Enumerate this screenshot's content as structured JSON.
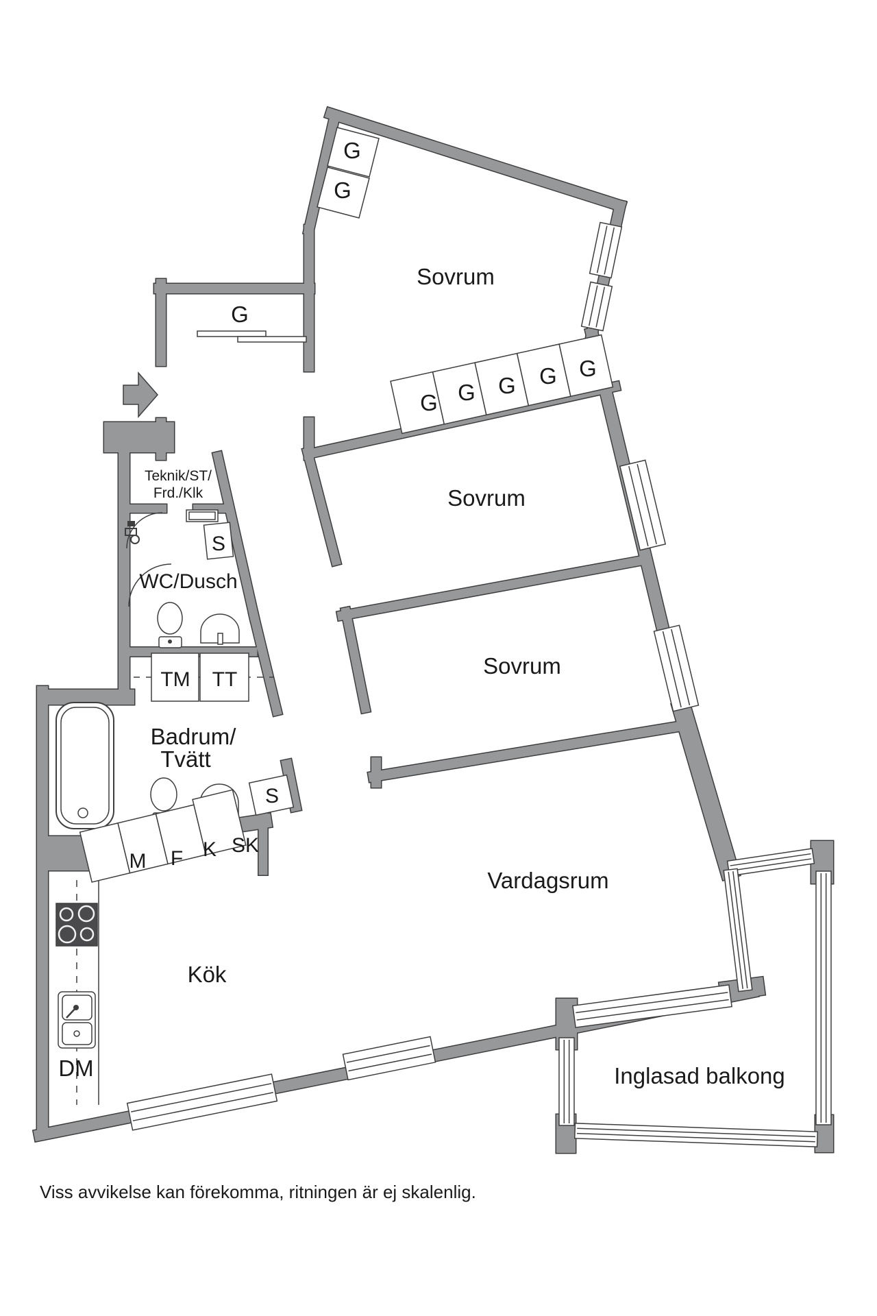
{
  "floorplan": {
    "rooms": {
      "bedroom_top": "Sovrum",
      "bedroom_middle": "Sovrum",
      "bedroom_lower": "Sovrum",
      "living_room": "Vardagsrum",
      "kitchen": "Kök",
      "glazed_balcony": "Inglasad balkong",
      "wc_shower": "WC/Dusch",
      "bathroom_line1": "Badrum/",
      "bathroom_line2": "Tvätt",
      "tech_line1": "Teknik/ST/",
      "tech_line2": "Frd./Klk"
    },
    "wardrobes": {
      "hall": "G",
      "bedroom_top_1": "G",
      "bedroom_top_2": "G",
      "row": [
        "G",
        "G",
        "G",
        "G",
        "G"
      ],
      "wc_closet": "S",
      "bath_closet": "S",
      "tall_cabinet": "SK"
    },
    "appliances": {
      "washing_machine": "TM",
      "dryer": "TT",
      "microwave": "M",
      "freezer": "F",
      "fridge": "K",
      "dishwasher": "DM"
    },
    "note": "Viss avvikelse kan förekomma, ritningen är ej skalenlig.",
    "colors": {
      "wall": "#97989a",
      "outline": "#3e3e3e",
      "text": "#1a1a1a",
      "background": "#ffffff",
      "stove": "#4a4a4c"
    }
  }
}
